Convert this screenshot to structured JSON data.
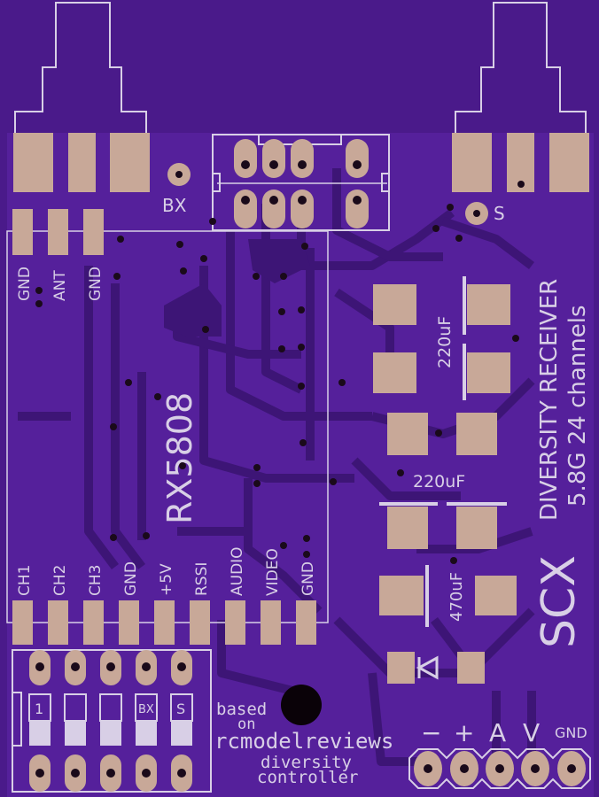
{
  "colors": {
    "board": "#4a1a8a",
    "copper_fill": "#55209b",
    "trace": "#3d1576",
    "pad": "#c8a898",
    "silkscreen": "#d8cfe6",
    "via": "#1a0a1a"
  },
  "labels": {
    "bx": "BX",
    "s": "S",
    "top_left_pins": [
      "GND",
      "ANT",
      "GND"
    ],
    "module": "RX5808",
    "bottom_pins": [
      "CH1",
      "CH2",
      "CH3",
      "GND",
      "+5V",
      "RSSI",
      "AUDIO",
      "VIDEO",
      "GND"
    ],
    "cap_top": "220uF",
    "cap_mid": "220uF",
    "cap_bottom": "470uF",
    "title_line1": "DIVERSITY RECEIVER",
    "title_line2": "5.8G 24 channels",
    "brand": "SCX",
    "based_line1": "based",
    "based_line2": "on",
    "credit": "rcmodelreviews",
    "credit_line2": "diversity",
    "credit_line3": "controller",
    "power_labels": [
      "−",
      "+",
      "A",
      "V",
      "GND"
    ],
    "switch_labels": [
      "1",
      "",
      "",
      "BX",
      "S"
    ]
  },
  "icons": [
    "diode-icon",
    "mounting-hole-icon"
  ]
}
